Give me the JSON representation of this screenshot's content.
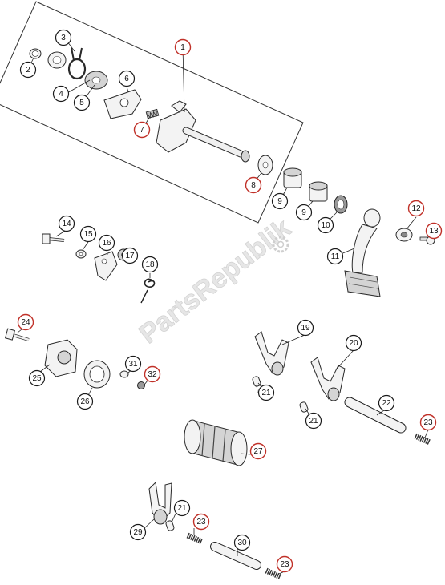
{
  "watermark": "PartsRepublik",
  "callouts": [
    {
      "id": "c1",
      "label": "1"
    },
    {
      "id": "c2",
      "label": "2"
    },
    {
      "id": "c3",
      "label": "3"
    },
    {
      "id": "c4",
      "label": "4"
    },
    {
      "id": "c5",
      "label": "5"
    },
    {
      "id": "c6",
      "label": "6"
    },
    {
      "id": "c7",
      "label": "7"
    },
    {
      "id": "c8",
      "label": "8"
    },
    {
      "id": "c9a",
      "label": "9"
    },
    {
      "id": "c9b",
      "label": "9"
    },
    {
      "id": "c10",
      "label": "10"
    },
    {
      "id": "c11",
      "label": "11"
    },
    {
      "id": "c12",
      "label": "12"
    },
    {
      "id": "c13",
      "label": "13"
    },
    {
      "id": "c14",
      "label": "14"
    },
    {
      "id": "c15",
      "label": "15"
    },
    {
      "id": "c16",
      "label": "16"
    },
    {
      "id": "c17",
      "label": "17"
    },
    {
      "id": "c18",
      "label": "18"
    },
    {
      "id": "c19",
      "label": "19"
    },
    {
      "id": "c20",
      "label": "20"
    },
    {
      "id": "c21a",
      "label": "21"
    },
    {
      "id": "c21b",
      "label": "21"
    },
    {
      "id": "c21c",
      "label": "21"
    },
    {
      "id": "c22",
      "label": "22"
    },
    {
      "id": "c23a",
      "label": "23"
    },
    {
      "id": "c23b",
      "label": "23"
    },
    {
      "id": "c23c",
      "label": "23"
    },
    {
      "id": "c24",
      "label": "24"
    },
    {
      "id": "c25",
      "label": "25"
    },
    {
      "id": "c26",
      "label": "26"
    },
    {
      "id": "c27",
      "label": "27"
    },
    {
      "id": "c29",
      "label": "29"
    },
    {
      "id": "c30",
      "label": "30"
    },
    {
      "id": "c31",
      "label": "31"
    },
    {
      "id": "c32",
      "label": "32"
    }
  ]
}
